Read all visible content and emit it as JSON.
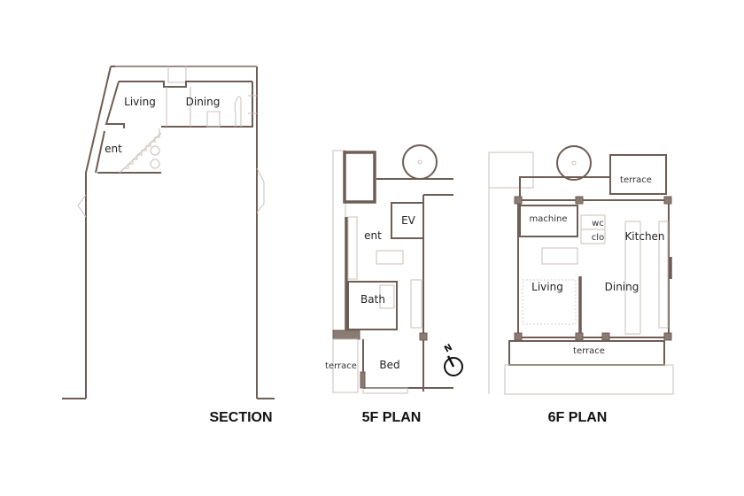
{
  "colors": {
    "wall": "#6e5d55",
    "thin_line": "#cbbfb8",
    "text": "#222222"
  },
  "section": {
    "title": "SECTION",
    "rooms": {
      "living": "Living",
      "dining": "Dining",
      "ent": "ent"
    }
  },
  "plan_5f": {
    "title": "5F PLAN",
    "rooms": {
      "ev": "EV",
      "ent": "ent",
      "bath": "Bath",
      "bed": "Bed",
      "terrace": "terrace"
    },
    "north_label": "N"
  },
  "plan_6f": {
    "title": "6F PLAN",
    "rooms": {
      "terrace_top": "terrace",
      "machine": "machine",
      "wc": "wc",
      "clo": "clo",
      "kitchen": "Kitchen",
      "living": "Living",
      "dining": "Dining",
      "terrace_bottom": "terrace"
    }
  }
}
